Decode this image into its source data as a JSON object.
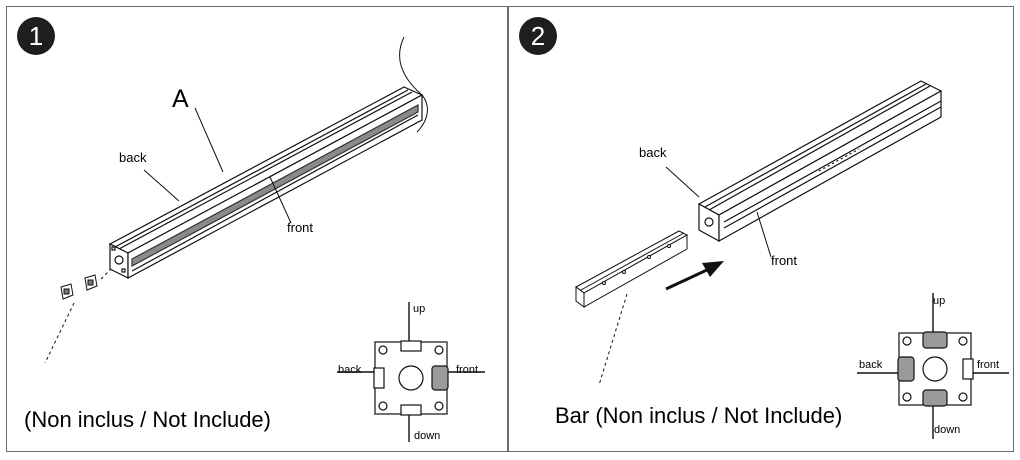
{
  "panel1": {
    "step": "1",
    "part_label": "A",
    "label_back": "back",
    "label_front": "front",
    "caption": "(Non inclus / Not Include)",
    "section": {
      "up": "up",
      "down": "down",
      "back": "back",
      "front": "front"
    }
  },
  "panel2": {
    "step": "2",
    "label_back": "back",
    "label_front": "front",
    "caption": "Bar (Non inclus / Not Include)",
    "section": {
      "up": "up",
      "down": "down",
      "back": "back",
      "front": "front"
    }
  }
}
